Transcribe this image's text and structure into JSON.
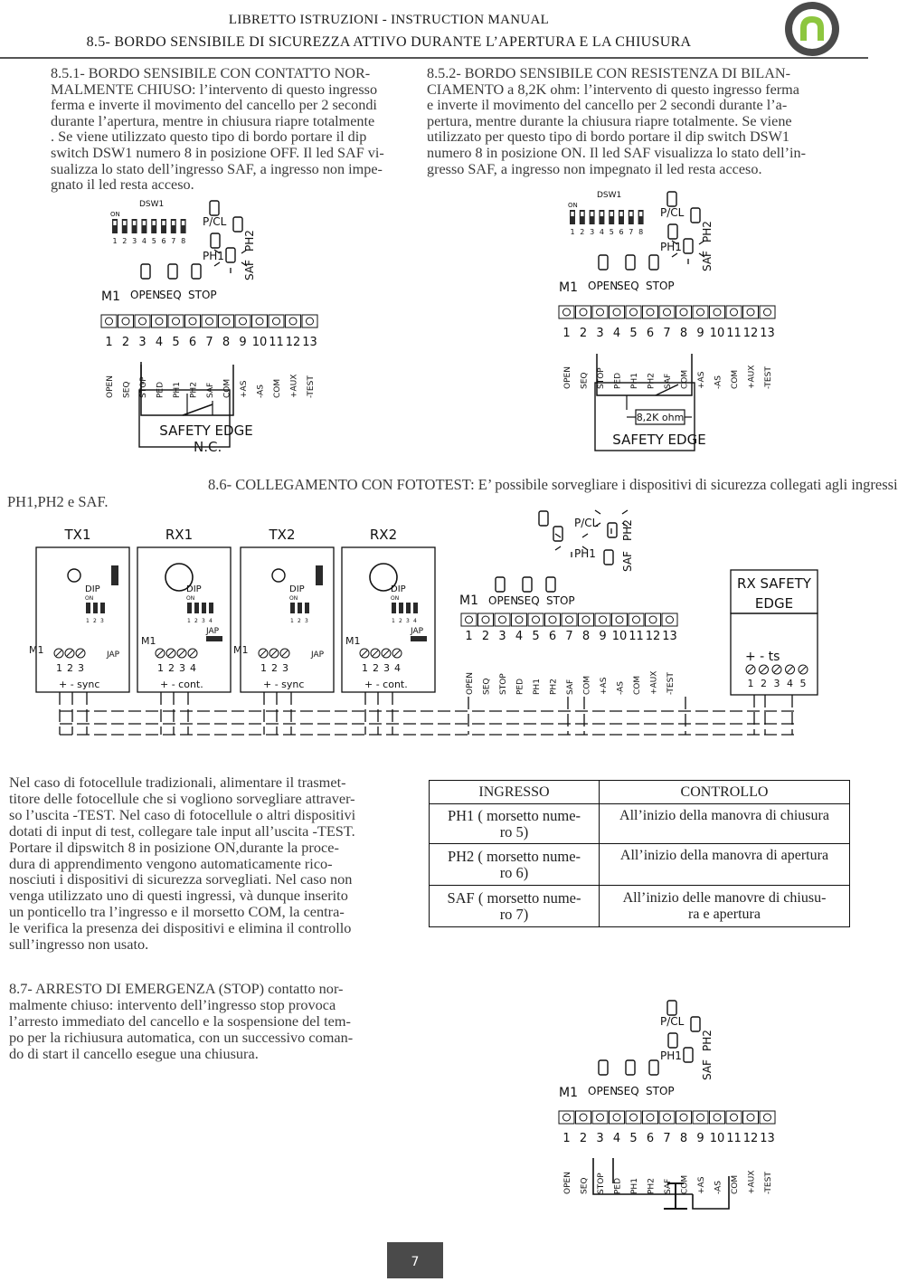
{
  "header": {
    "manual_title": "LIBRETTO ISTRUZIONI - INSTRUCTION MANUAL",
    "section_title": "8.5- BORDO SENSIBILE DI SICUREZZA ATTIVO DURANTE L’APERTURA E LA CHIUSURA"
  },
  "sec_851": {
    "lines": [
      "8.5.1- BORDO SENSIBILE CON CONTATTO NOR-",
      "MALMENTE CHIUSO: l’intervento di questo ingresso",
      "ferma e inverte il movimento del cancello per 2 secondi",
      "durante l’apertura, mentre in  chiusura riapre totalmente",
      ". Se viene utilizzato questo tipo di bordo portare il dip",
      "switch DSW1 numero 8 in posizione OFF. Il led SAF vi-",
      "sualizza lo stato dell’ingresso SAF, a ingresso non impe-",
      "gnato il led resta acceso."
    ]
  },
  "sec_852": {
    "lines": [
      "8.5.2- BORDO SENSIBILE CON RESISTENZA DI BILAN-",
      "CIAMENTO a 8,2K ohm: l’intervento di questo ingresso ferma",
      "e inverte il movimento del cancello per 2 secondi durante l’a-",
      "pertura, mentre durante la chiusura riapre totalmente. Se viene",
      "utilizzato per questo tipo di bordo portare il dip switch DSW1",
      "numero 8 in posizione ON. Il led SAF visualizza lo stato dell’in-",
      "gresso SAF, a ingresso non impegnato il led resta acceso."
    ]
  },
  "board": {
    "dsw_label": "DSW1",
    "on_label": "ON",
    "dip_numbers": [
      "1",
      "2",
      "3",
      "4",
      "5",
      "6",
      "7",
      "8"
    ],
    "m1": "M1",
    "button_labels": [
      "OPEN",
      "SEQ",
      "STOP"
    ],
    "led_labels": {
      "pcl": "P/CL",
      "ph1": "PH1",
      "ph2": "PH2",
      "saf": "SAF"
    },
    "terminal_numbers": [
      "1",
      "2",
      "3",
      "4",
      "5",
      "6",
      "7",
      "8",
      "9",
      "10",
      "11",
      "12",
      "13"
    ],
    "terminal_names": [
      "OPEN",
      "SEQ",
      "STOP",
      "PED",
      "PH1",
      "PH2",
      "SAF",
      "COM",
      "+AS",
      "-AS",
      "COM",
      "+AUX",
      "-TEST"
    ]
  },
  "edge_nc": {
    "line1": "SAFETY EDGE",
    "line2": "N.C."
  },
  "edge_res": {
    "resistor": "8,2K ohm",
    "label": "SAFETY EDGE"
  },
  "sec_86": {
    "line1": "8.6- COLLEGAMENTO CON FOTOTEST: E’ possibile sorvegliare i dispositivi di sicurezza collegati agli ingressi",
    "line2": "PH1,PH2 e SAF."
  },
  "photocells": {
    "devices": [
      "TX1",
      "RX1",
      "TX2",
      "RX2"
    ],
    "dip": "DIP",
    "on": "ON",
    "jap": "JAP",
    "m1": "M1",
    "tx_dip_numbers": [
      "1",
      "2",
      "3"
    ],
    "rx_dip_numbers": [
      "1",
      "2",
      "3",
      "4"
    ],
    "tx_terminals": [
      "1",
      "2",
      "3"
    ],
    "rx_terminals": [
      "1",
      "2",
      "3",
      "4"
    ],
    "tx_polarity": "+   -   sync",
    "rx_polarity": "+   -   cont."
  },
  "rx_safety": {
    "title_line1": "RX SAFETY",
    "title_line2": "EDGE",
    "polarity": "+  -  ts",
    "terminals": [
      "1",
      "2",
      "3",
      "4",
      "5"
    ]
  },
  "fototest_text": {
    "lines": [
      "Nel caso di fotocellule tradizionali, alimentare il trasmet-",
      "titore delle fotocellule che si vogliono sorvegliare attraver-",
      "so l’uscita -TEST. Nel caso di fotocellule o altri dispositivi",
      "dotati di input di test, collegare tale input all’uscita -TEST.",
      "Portare il dipswitch 8 in posizione ON,durante la proce-",
      "dura di apprendimento vengono automaticamente rico-",
      "nosciuti i dispositivi di sicurezza sorvegliati. Nel caso non",
      "venga utilizzato uno di questi ingressi, và dunque inserito",
      "un ponticello tra l’ingresso e il morsetto COM, la centra-",
      "le verifica la presenza dei dispositivi e elimina il controllo",
      "sull’ingresso non usato."
    ]
  },
  "table": {
    "headers": [
      "INGRESSO",
      "CONTROLLO"
    ],
    "rows": [
      {
        "input_line1": "PH1 ( morsetto nume-",
        "input_line2": "ro 5)",
        "control_line1": "All’inizio della manovra di chiusura",
        "control_line2": ""
      },
      {
        "input_line1": "PH2 ( morsetto nume-",
        "input_line2": "ro 6)",
        "control_line1": "All’inizio della manovra di apertura",
        "control_line2": ""
      },
      {
        "input_line1": "SAF ( morsetto nume-",
        "input_line2": "ro 7)",
        "control_line1": "All’inizio delle manovre di chiusu-",
        "control_line2": "ra e apertura"
      }
    ]
  },
  "sec_87": {
    "lines": [
      "8.7- ARRESTO DI EMERGENZA (STOP) contatto nor-",
      "malmente chiuso: intervento dell’ingresso stop provoca",
      "l’arresto immediato del cancello e la sospensione  del tem-",
      "po per la richiusura automatica, con un successivo coman-",
      "do di start il cancello esegue una chiusura."
    ]
  },
  "page_number": "7"
}
